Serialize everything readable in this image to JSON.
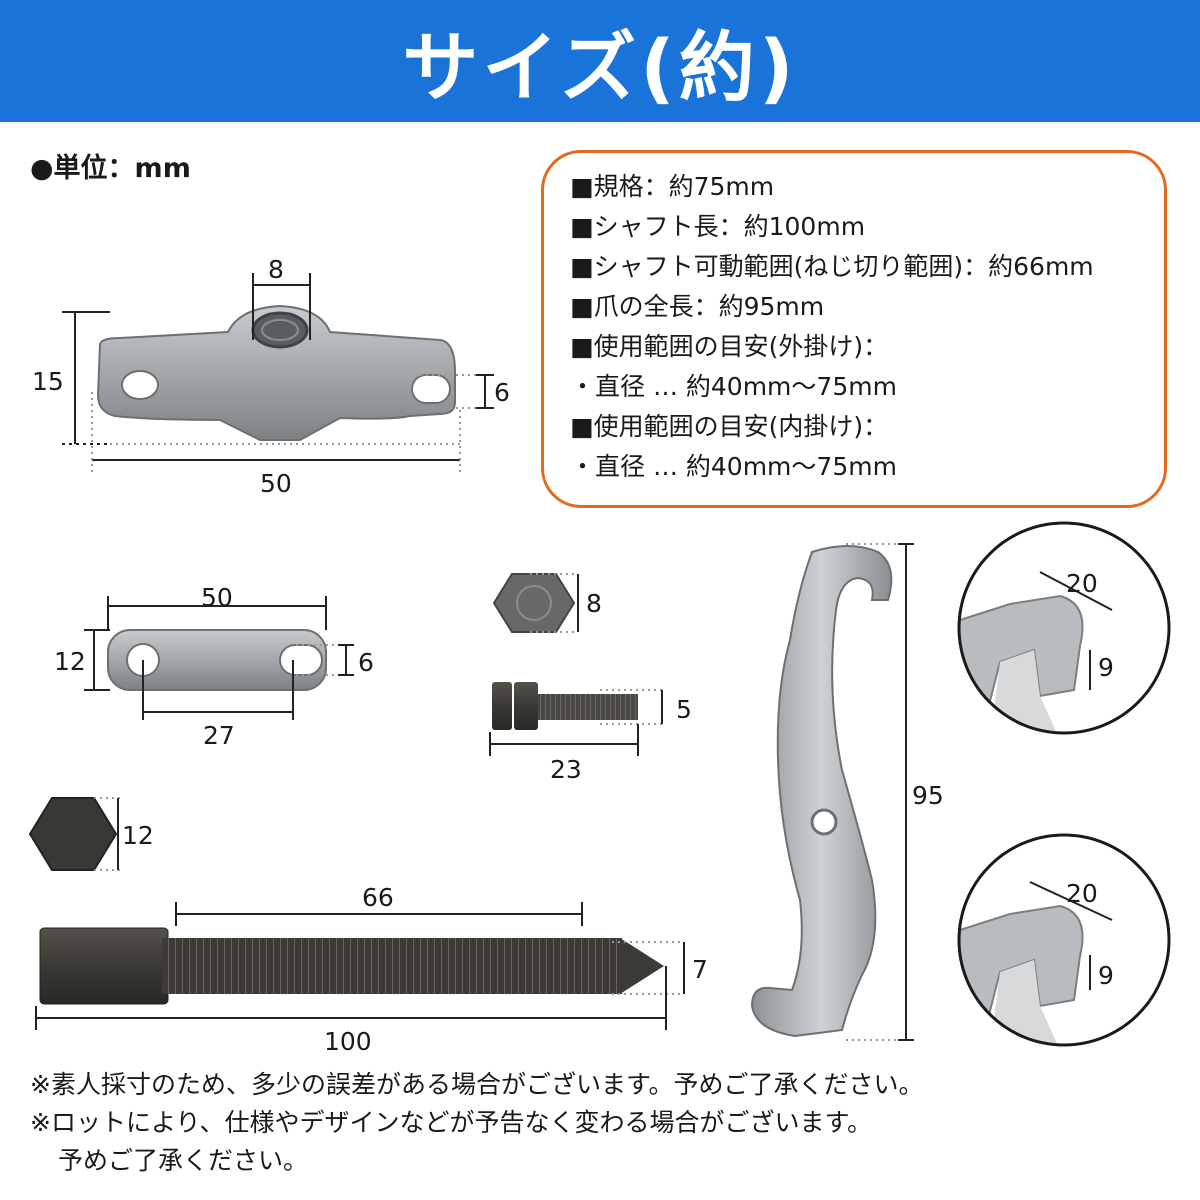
{
  "header": {
    "title": "サイズ(約)"
  },
  "unit_label": "●単位：mm",
  "specs": [
    "■規格：約75mm",
    "■シャフト長：約100mm",
    "■シャフト可動範囲(ねじ切り範囲)：約66mm",
    "■爪の全長：約95mm",
    "■使用範囲の目安(外掛け)：",
    "・直径 … 約40mm〜75mm",
    "■使用範囲の目安(内掛け)：",
    "・直径 … 約40mm〜75mm"
  ],
  "dimensions": {
    "yoke": {
      "hole": "8",
      "height": "15",
      "slot": "6",
      "length": "50"
    },
    "plate": {
      "length": "50",
      "height": "12",
      "slot": "6",
      "pitch": "27"
    },
    "nut_small": {
      "size": "8"
    },
    "bolt_small": {
      "diameter": "5",
      "length": "23"
    },
    "nut_large": {
      "size": "12"
    },
    "shaft": {
      "thread": "66",
      "tip": "7",
      "length": "100"
    },
    "jaw": {
      "length": "95"
    },
    "jaw_tip_outer": {
      "width": "20",
      "depth": "9"
    },
    "jaw_tip_inner": {
      "width": "20",
      "depth": "9"
    }
  },
  "notes": [
    "※素人採寸のため、多少の誤差がある場合がございます。予めご了承ください。",
    "※ロットにより、仕様やデザインなどが予告なく変わる場合がございます。",
    "予めご了承ください。"
  ],
  "colors": {
    "banner": "#1a73d9",
    "box_border": "#e06a1e",
    "metal": "#a9adb0",
    "dark_steel": "#3c3a36"
  }
}
